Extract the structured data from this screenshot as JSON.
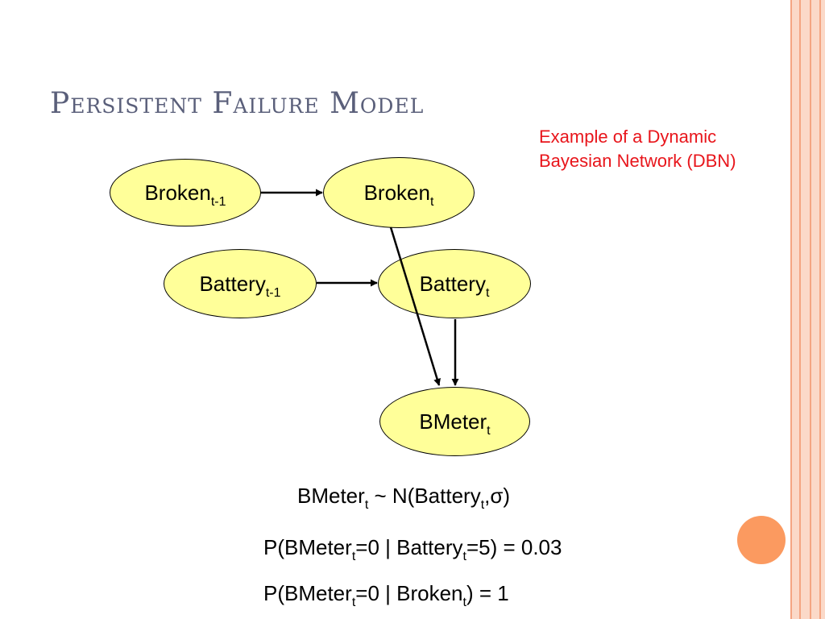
{
  "slide": {
    "title": "Persistent Failure Model",
    "note": "Example of a Dynamic Bayesian Network (DBN)"
  },
  "nodes": {
    "broken_prev": {
      "base": "Broken",
      "sub": "t-1"
    },
    "broken_t": {
      "base": "Broken",
      "sub": "t"
    },
    "battery_prev": {
      "base": "Battery",
      "sub": "t-1"
    },
    "battery_t": {
      "base": "Battery",
      "sub": "t"
    },
    "bmeter_t": {
      "base": "BMeter",
      "sub": "t"
    }
  },
  "equations": {
    "eq1": {
      "p1": "BMeter",
      "s1": "t",
      "p2": " ~ N(Battery",
      "s2": "t",
      "p3": ",σ)"
    },
    "eq2": {
      "p1": "P(BMeter",
      "s1": "t",
      "p2": "=0 | Battery",
      "s2": "t",
      "p3": "=5) = 0.03"
    },
    "eq3": {
      "p1": "P(BMeter",
      "s1": "t",
      "p2": "=0 | Broken",
      "s2": "t",
      "p3": ") = 1"
    }
  },
  "colors": {
    "title": "#5a5f7a",
    "note": "#e8151b",
    "node_fill": "#ffff99",
    "accent_border": "#f4a582",
    "accent_light": "#fbd9c8",
    "dot": "#fb9a60"
  }
}
